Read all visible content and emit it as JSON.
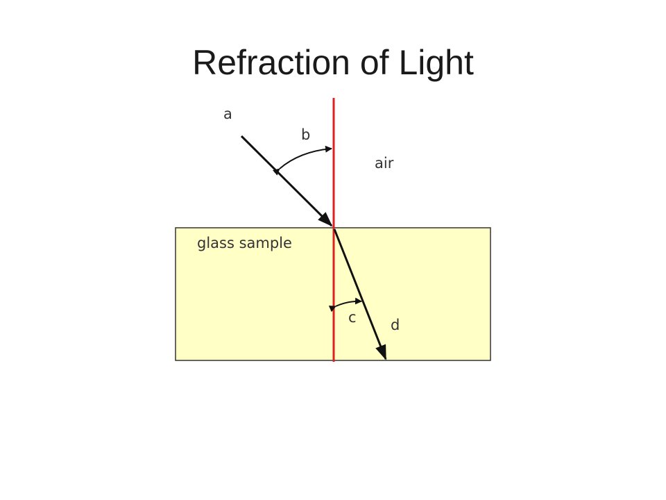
{
  "slide": {
    "title": "Refraction of Light"
  },
  "diagram": {
    "labels": {
      "incident_ray": "a",
      "angle_of_incidence": "b",
      "medium_top": "air",
      "medium_bottom": "glass sample",
      "angle_of_refraction": "c",
      "refracted_ray": "d"
    },
    "colors": {
      "normal_line": "#e02020",
      "glass_fill": "#ffffc6",
      "glass_border": "#333333",
      "ray": "#111111"
    }
  }
}
